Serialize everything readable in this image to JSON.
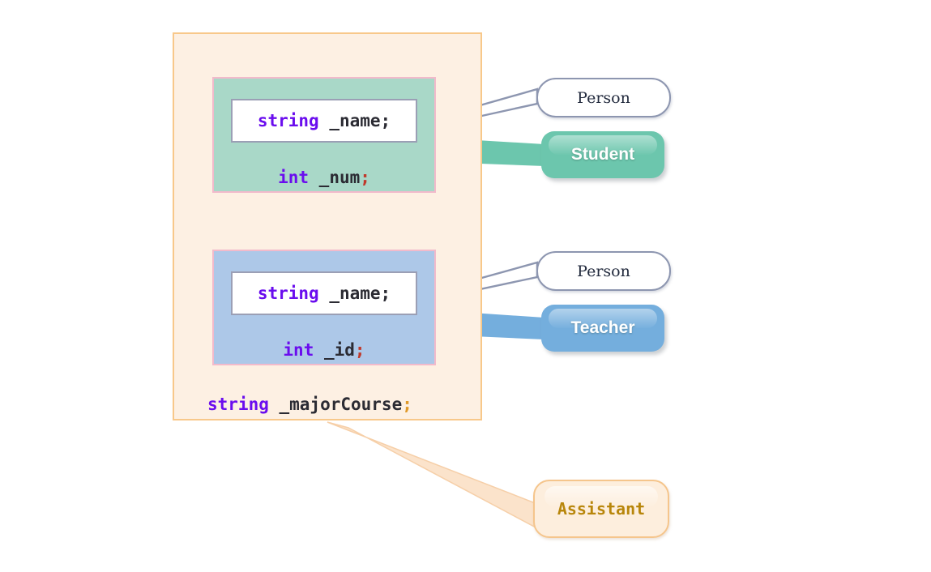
{
  "diagram": {
    "title": "class-member-inheritance-diagram",
    "colors": {
      "outer_container_fill": "#fdf0e3",
      "outer_container_border": "#f8c88a",
      "student_group_fill": "#a9d8c8",
      "teacher_group_fill": "#adc8e8",
      "group_border": "#f2bacb",
      "field_box_fill": "#ffffff",
      "field_box_border": "#9b9fb5",
      "keyword_text": "#6a0dee",
      "identifier_text": "#2b2b33",
      "semicolon_red": "#c0392b",
      "semicolon_orange": "#e09a2a",
      "person_bubble_border": "#8d96b0",
      "person_bubble_text": "#222a3d",
      "student_pill": "#6cc6ad",
      "teacher_pill": "#74aedd",
      "assistant_fill": "#fdeedd",
      "assistant_border": "#f5c58c",
      "assistant_text": "#b8860b",
      "connector_gray": "#8d96b0",
      "connector_teal": "#6cc6ad",
      "connector_blue": "#74aedd",
      "connector_peach": "#fbe3cb"
    },
    "groups": [
      {
        "id": "student-group",
        "fields": [
          {
            "highlighted": true,
            "keyword": "string",
            "identifier": " _name",
            "terminator": ";",
            "terminator_color": "dark"
          },
          {
            "highlighted": false,
            "keyword": "int",
            "identifier": " _num",
            "terminator": ";",
            "terminator_color": "red"
          }
        ],
        "base_label": "Person",
        "derived_label": "Student"
      },
      {
        "id": "teacher-group",
        "fields": [
          {
            "highlighted": true,
            "keyword": "string",
            "identifier": " _name",
            "terminator": ";",
            "terminator_color": "dark"
          },
          {
            "highlighted": false,
            "keyword": "int",
            "identifier": " _id",
            "terminator": ";",
            "terminator_color": "red"
          }
        ],
        "base_label": "Person",
        "derived_label": "Teacher"
      }
    ],
    "extra_field": {
      "keyword": "string",
      "identifier": " _majorCourse",
      "terminator": ";",
      "terminator_color": "orange",
      "owner_label": "Assistant"
    }
  }
}
